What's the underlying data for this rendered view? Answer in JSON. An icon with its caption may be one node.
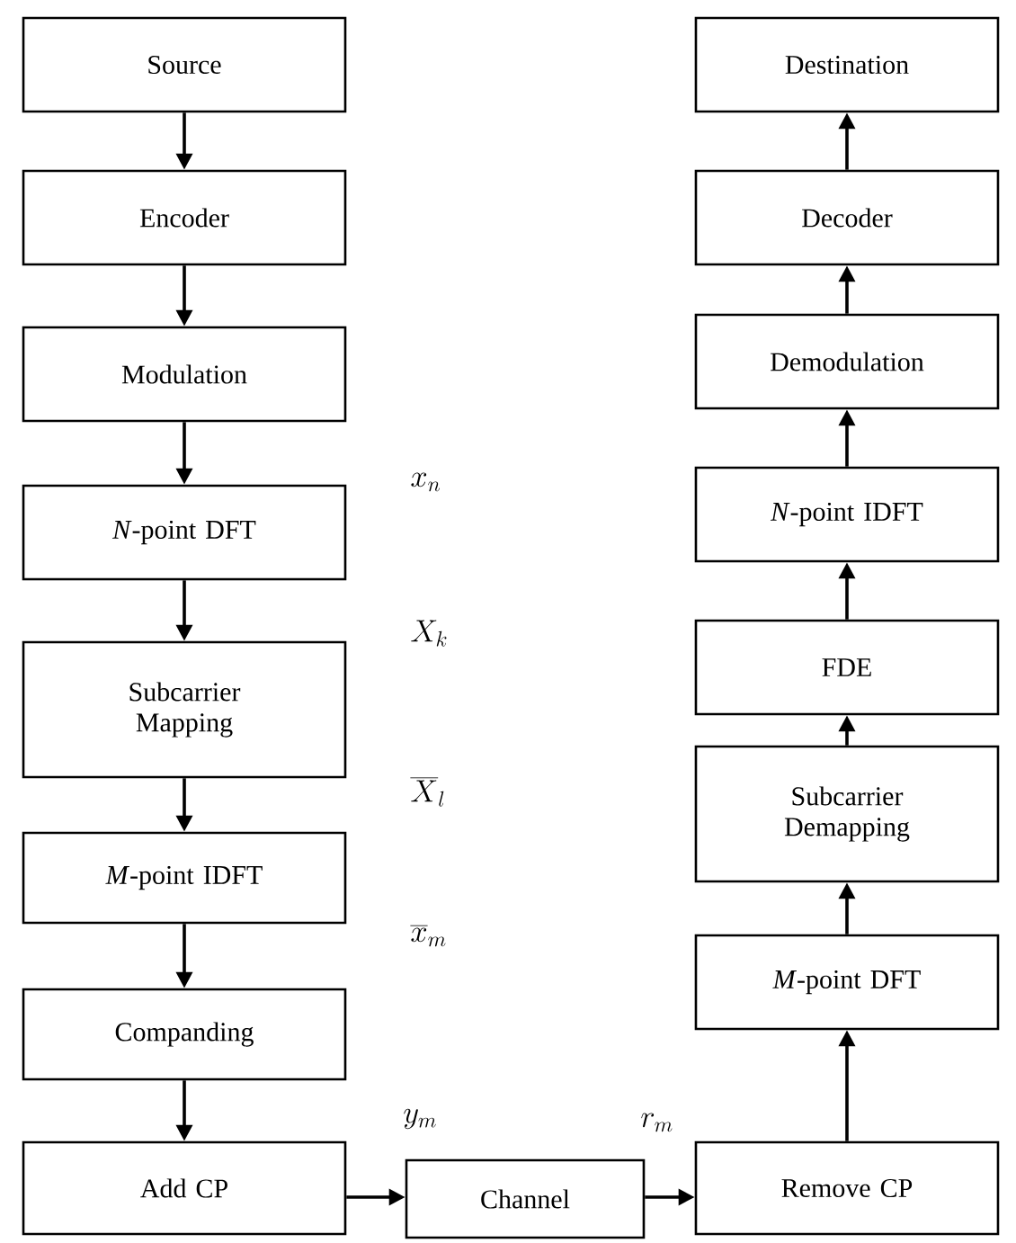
{
  "diagram": {
    "nodes": [
      {
        "text": [
          "Source"
        ]
      },
      {
        "text": [
          "Encoder"
        ]
      },
      {
        "text": [
          "Modulation"
        ]
      },
      {
        "text": [
          "*N*-point DFT"
        ]
      },
      {
        "text": [
          "Subcarrier Mapping"
        ]
      },
      {
        "text": [
          "*M*-point IDFT"
        ]
      },
      {
        "text": [
          "Companding"
        ]
      },
      {
        "text": [
          "Add CP"
        ]
      },
      {
        "text": [
          "Channel"
        ]
      },
      {
        "text": [
          "Destination"
        ]
      },
      {
        "text": [
          "Decoder"
        ]
      },
      {
        "text": [
          "Demodulation"
        ]
      },
      {
        "text": [
          "*N*-point IDFT"
        ]
      },
      {
        "text": [
          "FDE"
        ]
      },
      {
        "text": [
          "Subcarrier Demapping"
        ]
      },
      {
        "text": [
          "*M*-point DFT"
        ]
      },
      {
        "text": [
          "Remove CP"
        ]
      }
    ],
    "edges": [
      {
        "from": 0,
        "to": 1,
        "arrow": "to"
      },
      {
        "from": 1,
        "to": 2,
        "arrow": "to"
      },
      {
        "from": 2,
        "to": 3,
        "arrow": "to"
      },
      {
        "from": 3,
        "to": 4,
        "arrow": "to"
      },
      {
        "from": 4,
        "to": 5,
        "arrow": "to"
      },
      {
        "from": 5,
        "to": 6,
        "arrow": "to"
      },
      {
        "from": 6,
        "to": 7,
        "arrow": "to"
      },
      {
        "from": 7,
        "to": 8,
        "arrow": "to"
      },
      {
        "from": 8,
        "to": 16,
        "arrow": "to"
      },
      {
        "from": 16,
        "to": 15,
        "arrow": "to"
      },
      {
        "from": 15,
        "to": 14,
        "arrow": "to"
      },
      {
        "from": 14,
        "to": 13,
        "arrow": "to"
      },
      {
        "from": 13,
        "to": 12,
        "arrow": "to"
      },
      {
        "from": 12,
        "to": 11,
        "arrow": "to"
      },
      {
        "from": 11,
        "to": 10,
        "arrow": "to"
      },
      {
        "from": 10,
        "to": 9,
        "arrow": "to"
      }
    ],
    "labels": [
      "x_n",
      "X_k",
      "\\overline{X}_l",
      "\\overline{x}_m",
      "y_m",
      "r_m"
    ]
  }
}
